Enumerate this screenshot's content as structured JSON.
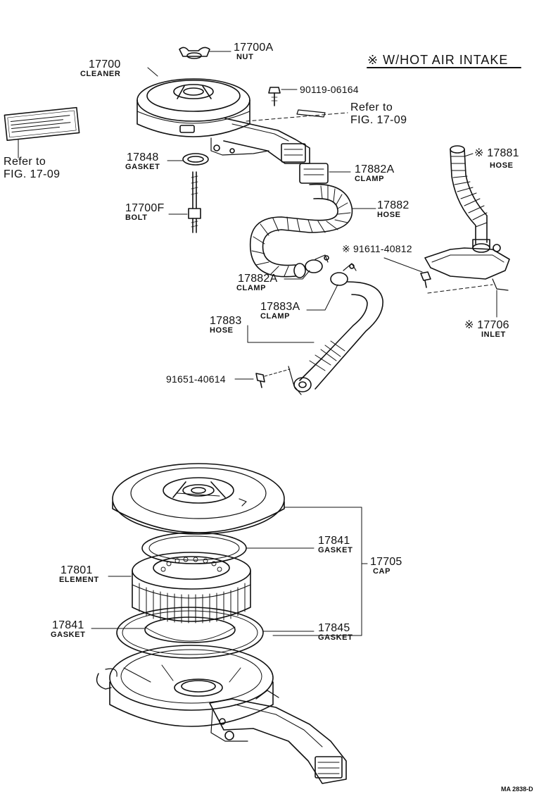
{
  "diagram": {
    "hot_air_note": "※ W/HOT AIR INTAKE",
    "drawing_code": "MA 2838-D",
    "refer_label": "Refer to",
    "refer_fig": "FIG. 17-09",
    "colors": {
      "ink": "#111111",
      "paper": "#ffffff"
    },
    "parts": [
      {
        "id": "nut",
        "number": "17700A",
        "name": "NUT"
      },
      {
        "id": "cleaner",
        "number": "17700",
        "name": "CLEANER"
      },
      {
        "id": "bolt-a",
        "number": "90119-06164",
        "name": ""
      },
      {
        "id": "gasket-top",
        "number": "17848",
        "name": "GASKET"
      },
      {
        "id": "clamp-a",
        "number": "17882A",
        "name": "CLAMP"
      },
      {
        "id": "hose-a",
        "number": "17881",
        "name": "HOSE",
        "mark": "※"
      },
      {
        "id": "hose-b",
        "number": "17882",
        "name": "HOSE"
      },
      {
        "id": "bolt-f",
        "number": "17700F",
        "name": "BOLT"
      },
      {
        "id": "bolt-b",
        "number": "91611-40812",
        "name": "",
        "mark": "※"
      },
      {
        "id": "clamp-b",
        "number": "17882A",
        "name": "CLAMP"
      },
      {
        "id": "clamp-c",
        "number": "17883A",
        "name": "CLAMP"
      },
      {
        "id": "hose-c",
        "number": "17883",
        "name": "HOSE"
      },
      {
        "id": "inlet",
        "number": "17706",
        "name": "INLET",
        "mark": "※"
      },
      {
        "id": "bolt-c",
        "number": "91651-40614",
        "name": ""
      },
      {
        "id": "gasket-upper",
        "number": "17841",
        "name": "GASKET"
      },
      {
        "id": "cap",
        "number": "17705",
        "name": "CAP"
      },
      {
        "id": "element",
        "number": "17801",
        "name": "ELEMENT"
      },
      {
        "id": "gasket-lower",
        "number": "17841",
        "name": "GASKET"
      },
      {
        "id": "gasket-base",
        "number": "17845",
        "name": "GASKET"
      }
    ]
  }
}
